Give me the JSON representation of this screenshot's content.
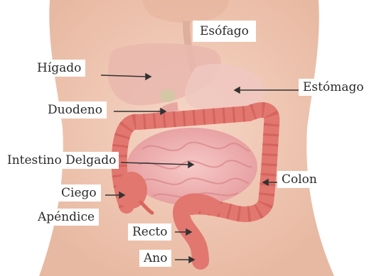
{
  "labels": {
    "esofago": "Esófago",
    "higado": "Hígado",
    "estomago": "Estómago",
    "duodeno": "Duodeno",
    "intestino_delgado": "Intestino Delgado",
    "colon": "Colon",
    "ciego": "Ciego",
    "apendice": "Apéndice",
    "recto": "Recto",
    "ano": "Ano"
  },
  "colors": {
    "skin": "#f2c9b4",
    "liver": "#e8b0a8",
    "colon": "#e2776f",
    "small_intestine": "#f3b7b8",
    "leader_line": "#333333"
  }
}
